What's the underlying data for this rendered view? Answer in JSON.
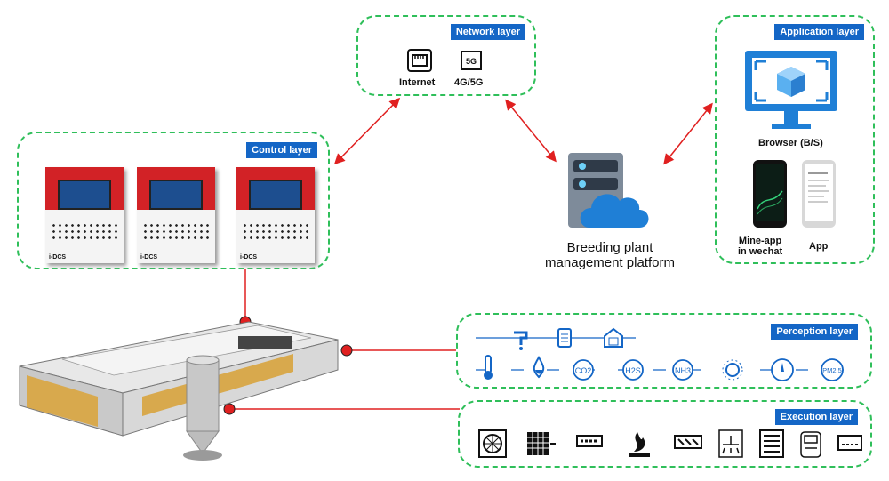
{
  "layers": {
    "network": "Network layer",
    "application": "Application layer",
    "control": "Control layer",
    "perception": "Perception layer",
    "execution": "Execution layer"
  },
  "network": {
    "internet_label": "Internet",
    "mobile_label": "4G/5G"
  },
  "application": {
    "browser_label": "Browser (B/S)",
    "mine_app_label": "Mine-app\nin wechat",
    "app_label": "App"
  },
  "platform": {
    "title": "Breeding plant\nmanagement platform"
  },
  "control": {
    "panel_brand": "i-DCS",
    "panel_count": 3
  },
  "perception_icons": [
    "water-tap-icon",
    "meter-icon",
    "house-icon",
    "thermometer-icon",
    "humidity-drop-icon",
    "co2-icon",
    "h2s-icon",
    "nh3-icon",
    "light-icon",
    "pressure-gauge-icon",
    "pm25-icon"
  ],
  "perception_text": {
    "co2": "CO2",
    "h2s": "H2S",
    "nh3": "NH3",
    "pm25": "PM2.5"
  },
  "execution_icons": [
    "fan-icon",
    "cooling-pad-icon",
    "window-icon",
    "heater-icon",
    "inlet-icon",
    "sprinkler-icon",
    "curtain-icon",
    "feeder-icon",
    "light-bar-icon"
  ],
  "colors": {
    "accent": "#1466c6",
    "dashed_border": "#2fbf5a",
    "connector": "#e02020"
  }
}
